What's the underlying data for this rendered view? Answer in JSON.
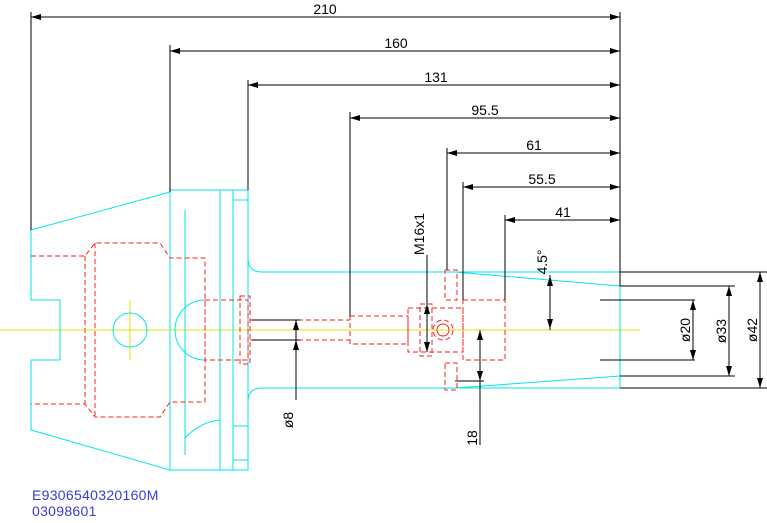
{
  "dimensions": {
    "len_210": "210",
    "len_160": "160",
    "len_131": "131",
    "len_95_5": "95.5",
    "len_61": "61",
    "len_55_5": "55.5",
    "len_41": "41",
    "thread": "M16x1",
    "angle": "4.5°",
    "dia_20": "ø20",
    "dia_33": "ø33",
    "dia_42": "ø42",
    "dia_8": "ø8",
    "depth_18": "18"
  },
  "part": {
    "code": "E9306540320160M",
    "number": "03098601"
  },
  "colors": {
    "outline": "#00e5ee",
    "hidden": "#ff2020",
    "centerline": "#ffff00",
    "dimension": "#000000",
    "code_text": "#3b3bd4"
  }
}
